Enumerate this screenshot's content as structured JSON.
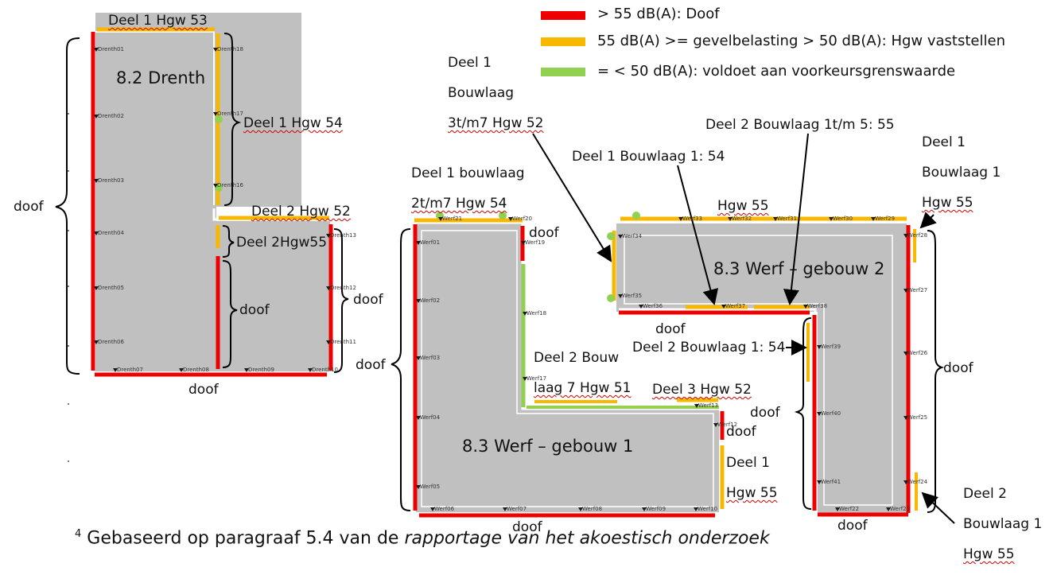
{
  "colors": {
    "doof": "#ee0000",
    "hgw": "#f9b800",
    "voldoet": "#92d050",
    "building": "#c0c0c0",
    "point": "#1a1a1a"
  },
  "legend": [
    {
      "color": "#ee0000",
      "text": "> 55 dB(A): Doof"
    },
    {
      "color": "#f9b800",
      "text": "55 dB(A) >= gevelbelasting > 50 dB(A): Hgw vaststellen"
    },
    {
      "color": "#92d050",
      "text": "= < 50 dB(A): voldoet aan voorkeursgrenswaarde"
    }
  ],
  "footnote": {
    "marker": "4",
    "text": " Gebaseerd op paragraaf 5.4 van de ",
    "italic": "rapportage van het akoestisch onderzoek"
  },
  "drenth": {
    "title": "8.2 Drenth",
    "points": [
      "Drenth01",
      "Drenth02",
      "Drenth03",
      "Drenth04",
      "Drenth05",
      "Drenth06",
      "Drenth07",
      "Drenth08",
      "Drenth09",
      "Drenth10",
      "Drenth11",
      "Drenth12",
      "Drenth13",
      "Drenth16",
      "Drenth17",
      "Drenth18"
    ],
    "labels": {
      "deel1_hgw53": "Deel 1 Hgw 53",
      "deel1_hgw54": "Deel 1 Hgw 54",
      "deel2_hgw52": "Deel 2 Hgw 52",
      "deel2_hgw55": "Deel 2Hgw55",
      "doof_left": "doof",
      "doof_inner": "doof",
      "doof_right": "doof",
      "doof_bottom": "doof"
    }
  },
  "werf1": {
    "title": "8.3 Werf – gebouw  1",
    "points": [
      "Werf01",
      "Werf02",
      "Werf03",
      "Werf04",
      "Werf05",
      "Werf06",
      "Werf07",
      "Werf08",
      "Werf09",
      "Werf10",
      "Werf12",
      "Werf13",
      "Werf17",
      "Werf18",
      "Werf19",
      "Werf20",
      "Werf21"
    ],
    "labels": {
      "deel1_bouwlaag_a": "Deel 1  bouwlaag",
      "deel1_bouwlaag_b": "2t/m7  Hgw 54",
      "doof_top": "doof",
      "doof_left": "doof",
      "deel2_bouw_a": "Deel 2 Bouw",
      "deel2_bouw_b": "laag 7 Hgw 51",
      "deel3_hgw52": "Deel 3 Hgw 52",
      "doof_corner": "doof",
      "deel1_a": "Deel 1",
      "deel1_b": "Hgw 55",
      "doof_bottom": "doof"
    }
  },
  "werf2": {
    "title": "8.3 Werf – gebouw  2",
    "points": [
      "Werf22",
      "Werf23",
      "Werf24",
      "Werf25",
      "Werf26",
      "Werf27",
      "Werf28",
      "Werf29",
      "Werf30",
      "Werf31",
      "Werf32",
      "Werf33",
      "Werf34",
      "Werf35",
      "Werf36",
      "Werf37",
      "Werf38",
      "Werf39",
      "Werf40",
      "Werf41"
    ],
    "labels": {
      "deel1_bouwlaag_a": "Deel 1",
      "deel1_bouwlaag_b": "Bouwlaag",
      "deel1_bouwlaag_c": "3t/m7 Hgw 52",
      "deel1_bouwlaag1_54": "Deel 1 Bouwlaag 1: 54",
      "deel2_bouwlaag_1t5": "Deel 2 Bouwlaag 1t/m 5: 55",
      "right_top_a": "Deel 1",
      "right_top_b": "Bouwlaag 1",
      "right_top_c": "Hgw 55",
      "hgw55": "Hgw 55",
      "doof_mid": "doof",
      "deel2_bouwlaag1_54": "Deel 2 Bouwlaag 1: 54",
      "doof_inner": "doof",
      "doof_right": "doof",
      "doof_bottom": "doof",
      "bottom_right_a": "Deel 2",
      "bottom_right_b": "Bouwlaag 1",
      "bottom_right_c": "Hgw 55"
    }
  }
}
